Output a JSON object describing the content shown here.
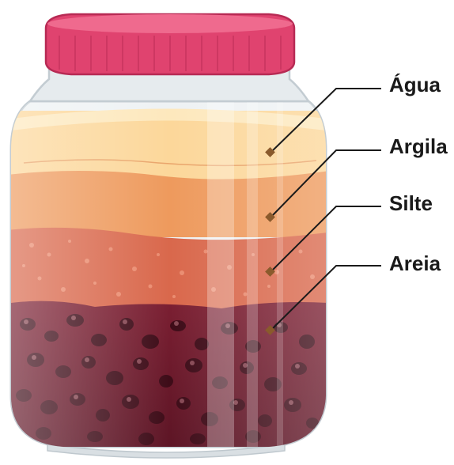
{
  "labels": {
    "agua": "Água",
    "argila": "Argila",
    "silte": "Silte",
    "areia": "Areia"
  },
  "colors": {
    "lid": "#e0436f",
    "lid_dark": "#b72a54",
    "water": "#fcd79a",
    "clay": "#ee9a5d",
    "silt": "#d9684c",
    "sand": "#6e1a2c",
    "glass": "#e8edf0",
    "leader": "#1a1a1a"
  }
}
